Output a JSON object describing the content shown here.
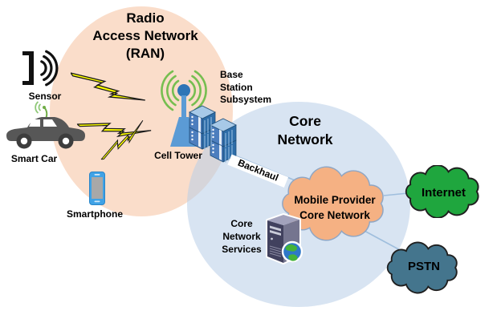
{
  "diagram": {
    "ran_title": {
      "line1": "Radio",
      "line2": "Access Network",
      "line3": "(RAN)"
    },
    "core_title": {
      "line1": "Core",
      "line2": "Network"
    },
    "devices": {
      "sensor": "Sensor",
      "smart_car": "Smart Car",
      "smartphone": "Smartphone"
    },
    "ran_labels": {
      "cell_tower": "Cell Tower",
      "base_station": {
        "line1": "Base",
        "line2": "Station",
        "line3": "Subsystem"
      }
    },
    "core_labels": {
      "backhaul": "Backhaul",
      "services": {
        "line1": "Core",
        "line2": "Network",
        "line3": "Services"
      }
    },
    "clouds": {
      "provider": {
        "line1": "Mobile Provider",
        "line2": "Core Network"
      },
      "internet": "Internet",
      "pstn": "PSTN"
    },
    "colors": {
      "ran_fill": "#FADCC8",
      "core_fill": "#D8E4F2",
      "provider_cloud": "#F5B183",
      "provider_cloud_stroke": "#8FA6C4",
      "internet_cloud": "#1FA63E",
      "pstn_cloud": "#44758D",
      "cloud_dark_stroke": "#1F1F1F",
      "bolt_yellow": "#FFFF00",
      "tower_blue": "#5B9BD5",
      "signal_green": "#76BE50",
      "connector_line": "#9FBEDD"
    }
  }
}
